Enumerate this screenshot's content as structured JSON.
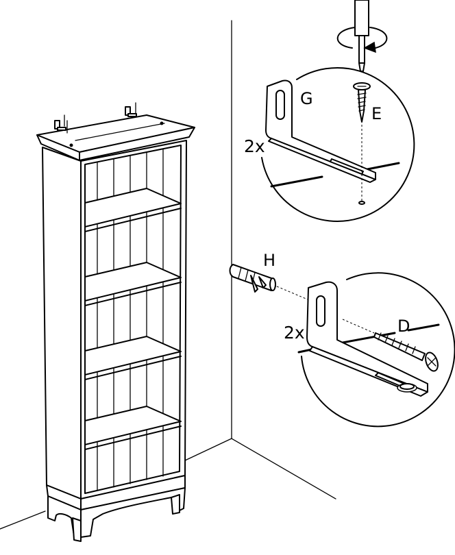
{
  "labels": {
    "bracket_top": "G",
    "screw_top": "E",
    "qty_top": "2x",
    "plug": "H",
    "qty_bottom": "2x",
    "screw_bottom": "D"
  },
  "colors": {
    "line": "#000000",
    "background": "#ffffff",
    "fill_light": "#f2f2f2"
  },
  "icons": {
    "screwdriver": "screwdriver-icon",
    "rotation": "rotate-clockwise-arrow-icon"
  }
}
